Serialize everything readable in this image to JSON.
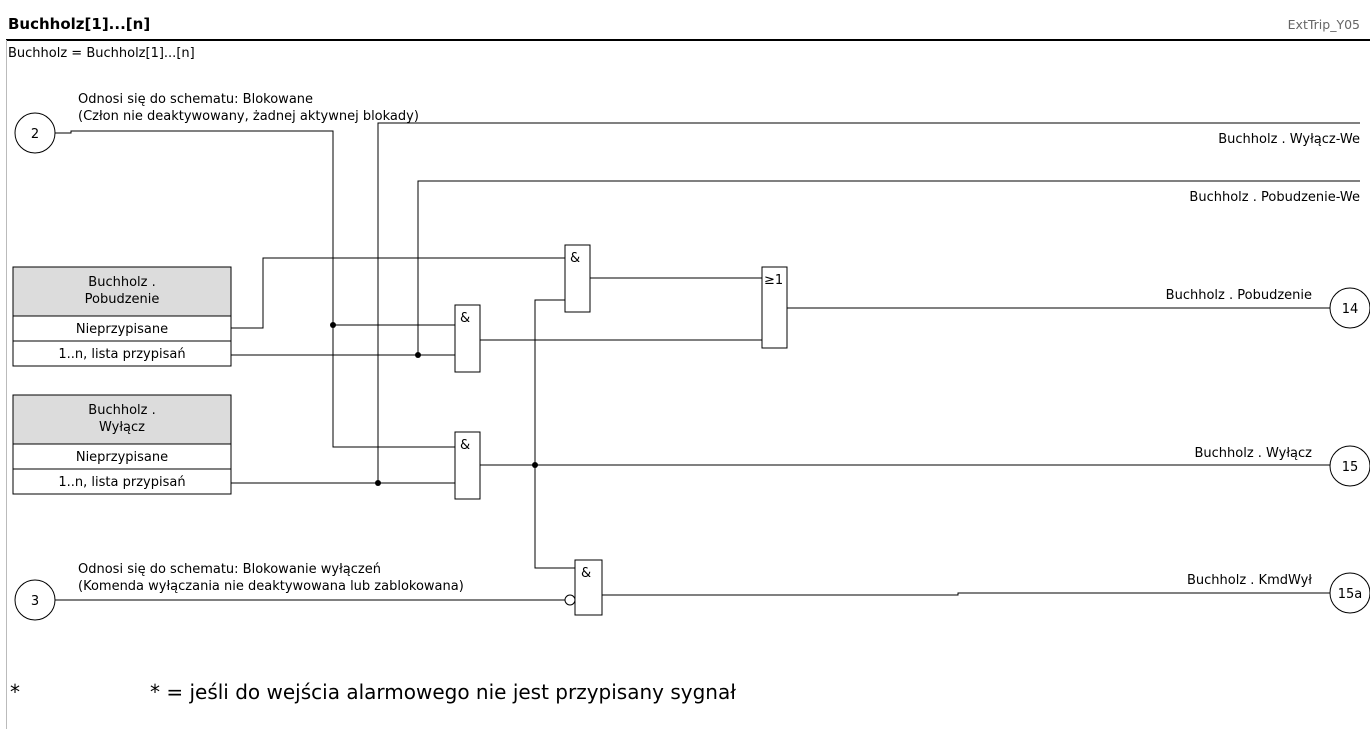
{
  "header": {
    "title": "Buchholz[1]...[n]",
    "ref": "ExtTrip_Y05",
    "subtitle": "Buchholz = Buchholz[1]...[n]"
  },
  "inputs": {
    "ref2": {
      "number": "2",
      "line1": "Odnosi się do schematu: Blokowane",
      "line2": "(Człon nie deaktywowany, żadnej aktywnej blokady)"
    },
    "ref3": {
      "number": "3",
      "line1": "Odnosi się do schematu: Blokowanie wyłączeń",
      "line2": "(Komenda wyłączania nie deaktywowana lub zablokowana)"
    }
  },
  "blocks": {
    "pickup": {
      "title_line1": "Buchholz .",
      "title_line2": "Pobudzenie",
      "opt1": "Nieprzypisane",
      "opt2": "1..n, lista przypisań"
    },
    "trip": {
      "title_line1": "Buchholz .",
      "title_line2": "Wyłącz",
      "opt1": "Nieprzypisane",
      "opt2": "1..n, lista przypisań"
    }
  },
  "gates": {
    "and": "&",
    "or": "≥1"
  },
  "outputs": {
    "trip_we": "Buchholz . Wyłącz-We",
    "pickup_we": "Buchholz . Pobudzenie-We",
    "pickup": {
      "label": "Buchholz . Pobudzenie",
      "number": "14"
    },
    "trip": {
      "label": "Buchholz . Wyłącz",
      "number": "15"
    },
    "trip_cmd": {
      "label": "Buchholz . KmdWył",
      "number": "15a"
    }
  },
  "footnote": {
    "marker": "*",
    "text": "* = jeśli do wejścia alarmowego nie jest przypisany sygnał"
  }
}
